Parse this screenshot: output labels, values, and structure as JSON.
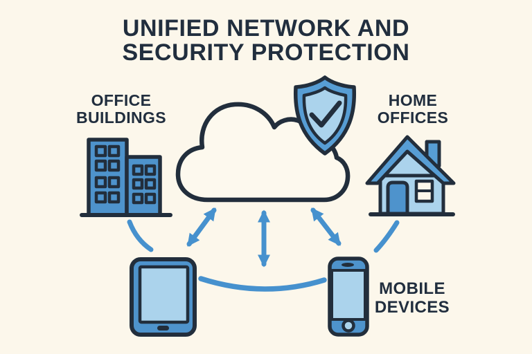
{
  "title": {
    "line1": "UNIFIED NETWORK AND",
    "line2": "SECURITY PROTECTION"
  },
  "nodes": {
    "office_buildings": {
      "label_line1": "OFFICE",
      "label_line2": "BUILDINGS",
      "icon": "office-buildings-icon"
    },
    "cloud_network": {
      "icon": "cloud-icon"
    },
    "security_shield": {
      "icon": "shield-check-icon"
    },
    "home_offices": {
      "label_line1": "HOME",
      "label_line2": "OFFICES",
      "icon": "home-icon"
    },
    "mobile_devices": {
      "label_line1": "MOBILE",
      "label_line2": "DEVICES",
      "icons": [
        "tablet-icon",
        "smartphone-icon"
      ]
    }
  },
  "connections": [
    {
      "from": "cloud",
      "to": "tablet",
      "style": "double-headed-arrow"
    },
    {
      "from": "cloud",
      "to": "between-devices",
      "style": "double-headed-arrow"
    },
    {
      "from": "cloud",
      "to": "smartphone",
      "style": "double-headed-arrow"
    },
    {
      "from": "office-buildings",
      "to": "tablet",
      "style": "curved-line"
    },
    {
      "from": "home-offices",
      "to": "smartphone",
      "style": "curved-line"
    },
    {
      "from": "tablet",
      "to": "smartphone",
      "style": "curved-line"
    }
  ],
  "colors": {
    "background": "#fcf7eb",
    "outline_navy": "#222e3c",
    "primary_blue": "#4e93cc",
    "shield_blue": "#579dd4",
    "light_blue": "#abd3ec",
    "arrow_blue": "#4691ce",
    "cloud_fill": "#fdf9ee"
  }
}
